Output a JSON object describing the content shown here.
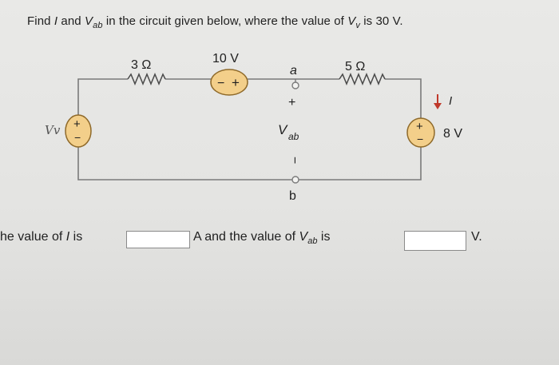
{
  "question": {
    "part1": "Find ",
    "var_I": "I",
    "part2": " and ",
    "var_V": "V",
    "sub_ab": "ab",
    "part3": " in the circuit given below, where the value of ",
    "var_Vv": "V",
    "sub_v": "v",
    "part4": " is 30 V."
  },
  "circuit": {
    "source_left_label": "Vv",
    "r1_label": "3 Ω",
    "vs_mid_label": "10 V",
    "node_a": "a",
    "node_b": "b",
    "plus": "+",
    "minus": "−",
    "vab_V": "V",
    "vab_sub": "ab",
    "r2_label": "5 Ω",
    "current_label": "I",
    "vs_right_label": "8 V"
  },
  "answer": {
    "line1_prefix": "he value of ",
    "line1_var": "I",
    "line1_suffix": " is",
    "line2_text": "A and the value of ",
    "line2_var": "V",
    "line2_sub": "ab",
    "line2_suffix": " is",
    "unit_V": "V."
  },
  "colors": {
    "wire": "#7a7a7a",
    "source_fill": "#f3cf8a",
    "source_stroke": "#8f6a2a",
    "arrow": "#c0392b"
  }
}
